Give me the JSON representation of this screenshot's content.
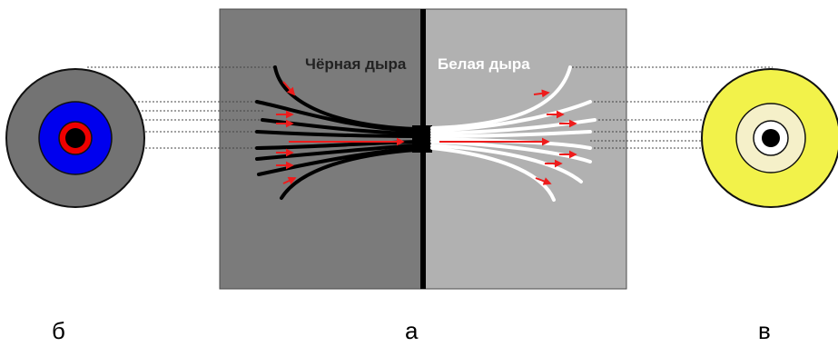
{
  "labels": {
    "black_hole": "Чёрная дыра",
    "white_hole": "Белая дыра",
    "caption_left": "б",
    "caption_center": "а",
    "caption_right": "в"
  },
  "colors": {
    "left_panel": "#7b7b7b",
    "right_panel": "#b1b1b1",
    "divider": "#000000",
    "arrow": "#ee1c1c",
    "black_lines": "#000000",
    "white_lines": "#ffffff",
    "left_disc_outer": "#737373",
    "left_disc_mid": "#0000ee",
    "left_disc_ring": "#ee0000",
    "right_disc_outer": "#f2f24a",
    "right_disc_inner": "#f5f0c9",
    "center_dot": "#000000"
  }
}
